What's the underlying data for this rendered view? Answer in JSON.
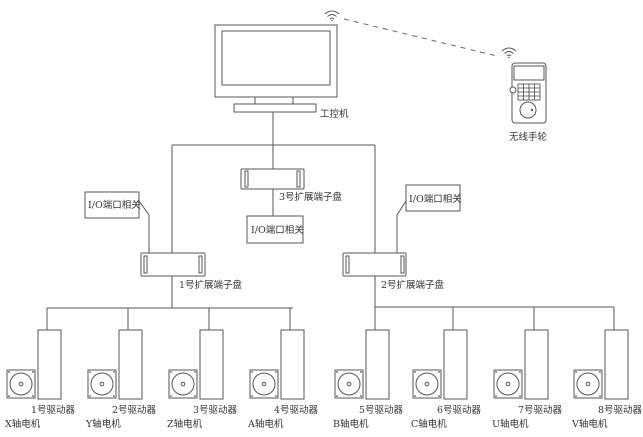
{
  "ipc": {
    "label": "工控机",
    "icon": "monitor-icon"
  },
  "pendant": {
    "label": "无线手轮",
    "icon": "wireless-handwheel-icon"
  },
  "wireless": {
    "icon": "wifi-signal-icon",
    "link": "dashed"
  },
  "terminal_boards": [
    {
      "label": "1号扩展端子盘"
    },
    {
      "label": "2号扩展端子盘"
    },
    {
      "label": "3号扩展端子盘"
    }
  ],
  "io_boxes": [
    {
      "label": "I/O端口相关"
    },
    {
      "label": "I/O端口相关"
    },
    {
      "label": "I/O端口相关"
    }
  ],
  "drivers": [
    {
      "label": "1号驱动器",
      "motor": "X轴电机"
    },
    {
      "label": "2号驱动器",
      "motor": "Y轴电机"
    },
    {
      "label": "3号驱动器",
      "motor": "Z轴电机"
    },
    {
      "label": "4号驱动器",
      "motor": "A轴电机"
    },
    {
      "label": "5号驱动器",
      "motor": "B轴电机"
    },
    {
      "label": "6号驱动器",
      "motor": "C轴电机"
    },
    {
      "label": "7号驱动器",
      "motor": "U轴电机"
    },
    {
      "label": "8号驱动器",
      "motor": "V轴电机"
    }
  ]
}
